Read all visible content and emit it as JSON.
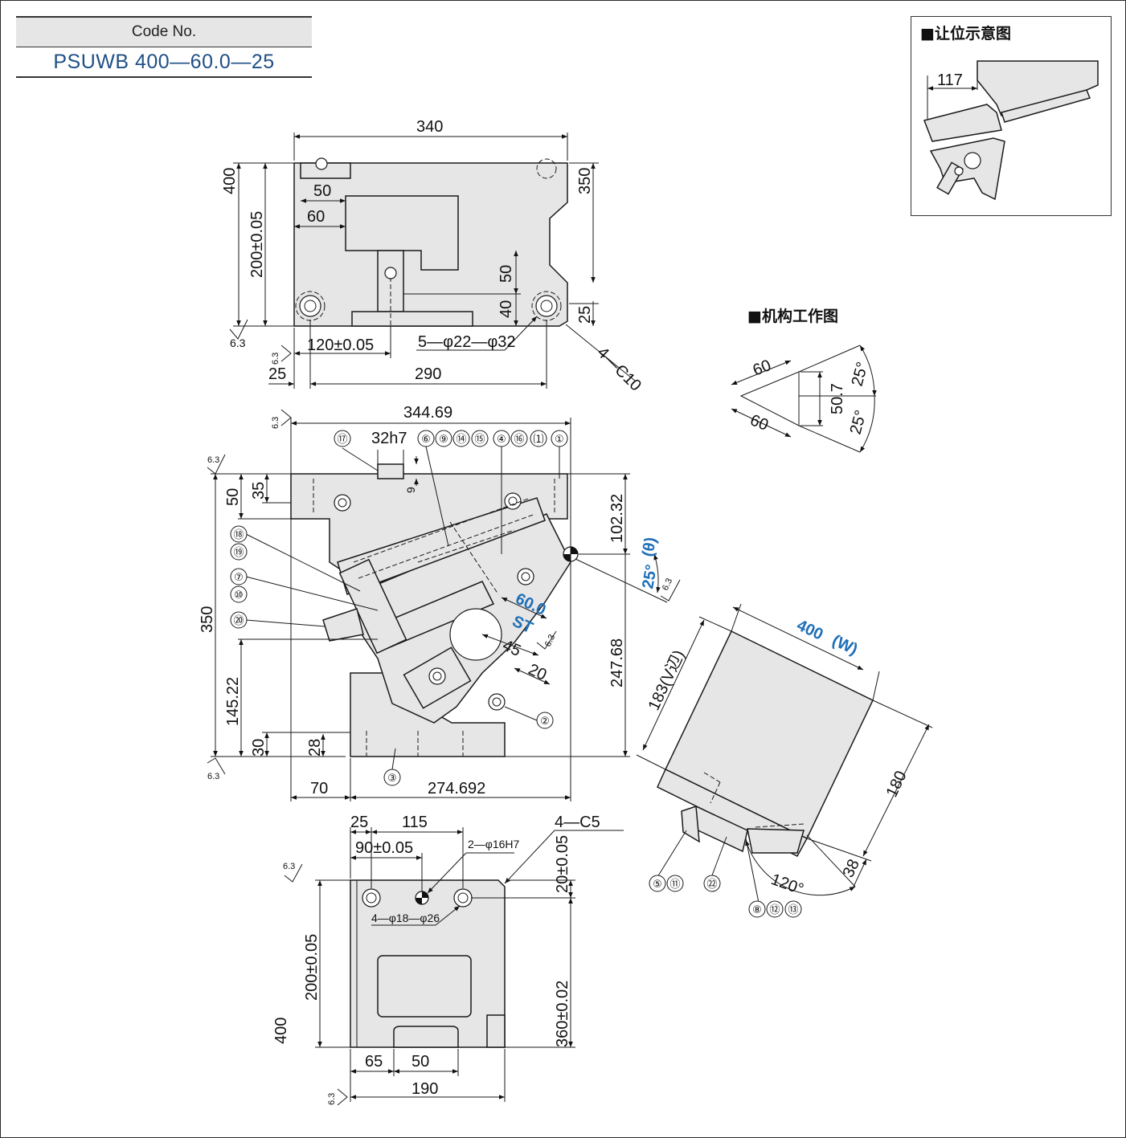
{
  "code": {
    "label": "Code No.",
    "value": "PSUWB 400—60.0—25"
  },
  "inset_title": "■让位示意图",
  "inset_dim": "117",
  "mechanism_title": "■机构工作图",
  "mechanism": {
    "side_upper": "60",
    "side_lower": "60",
    "height": "50.7",
    "angle_upper": "25°",
    "angle_lower": "25°"
  },
  "top_view": {
    "width": "340",
    "height": "400",
    "height2": "200±0.05",
    "right": "350",
    "d50": "50",
    "d60": "60",
    "d50b": "50",
    "d40": "40",
    "d25r": "25",
    "d120": "120±0.05",
    "holes": "5—φ22—φ32",
    "chamfer": "4—C10",
    "d25": "25",
    "d290": "290"
  },
  "front_view": {
    "width": "344.69",
    "d32h7": "32h7",
    "d9": "9",
    "d50": "50",
    "d35": "35",
    "d350": "350",
    "d145": "145.22",
    "d30": "30",
    "d28": "28",
    "d102": "102.32",
    "d247": "247.68",
    "angle": "25°",
    "theta": "(θ)",
    "stroke": "60.0",
    "st": "ST",
    "d45": "45",
    "d20": "20",
    "d70": "70",
    "d274": "274.692"
  },
  "cam_view": {
    "width": "400",
    "width_w": "(W)",
    "v_dim": "183(V辺)",
    "d180": "180",
    "d38": "38",
    "angle": "120°"
  },
  "bottom_view": {
    "d25": "25",
    "d115": "115",
    "d90": "90±0.05",
    "pin": "2—φ16H7",
    "chamfer": "4—C5",
    "d20": "20±0.05",
    "holes": "4—φ18—φ26",
    "d200": "200±0.05",
    "d400": "400",
    "d360": "360±0.02",
    "d65": "65",
    "d50": "50",
    "d190": "190"
  },
  "roughness": "6.3",
  "parts": {
    "p17": "⑰",
    "p6": "⑥",
    "p9": "⑨",
    "p14": "⑭",
    "p15": "⑮",
    "p4": "④",
    "p16": "⑯",
    "p21": "⑴",
    "p1": "①",
    "p18": "⑱",
    "p19": "⑲",
    "p7": "⑦",
    "p10": "⑩",
    "p20": "⑳",
    "p2": "②",
    "p3": "③",
    "p5": "⑤",
    "p11": "⑪",
    "p22": "㉒",
    "p8": "⑧",
    "p12": "⑫",
    "p13": "⑬"
  }
}
